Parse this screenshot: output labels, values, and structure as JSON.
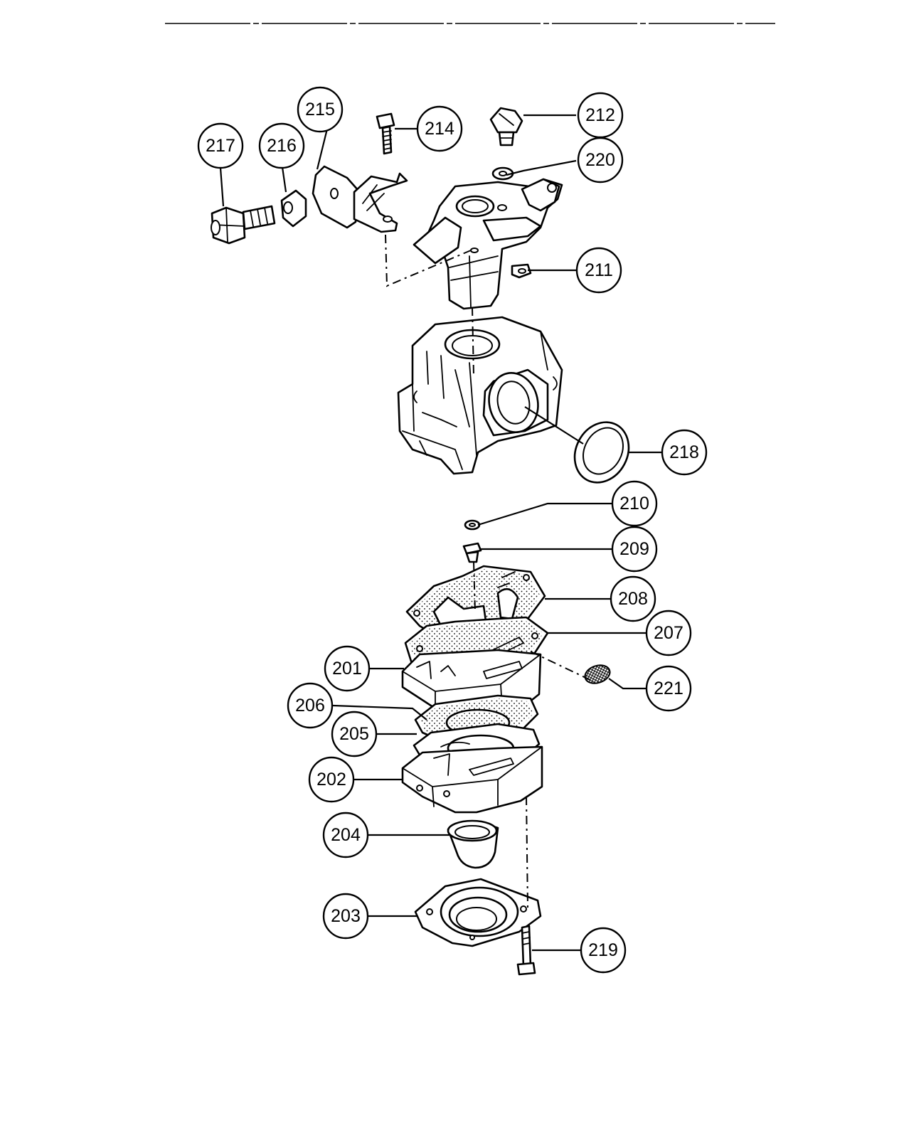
{
  "callouts": [
    {
      "id": "215",
      "label": "215"
    },
    {
      "id": "217",
      "label": "217"
    },
    {
      "id": "216",
      "label": "216"
    },
    {
      "id": "214",
      "label": "214"
    },
    {
      "id": "212",
      "label": "212"
    },
    {
      "id": "220",
      "label": "220"
    },
    {
      "id": "211",
      "label": "211"
    },
    {
      "id": "218",
      "label": "218"
    },
    {
      "id": "210",
      "label": "210"
    },
    {
      "id": "209",
      "label": "209"
    },
    {
      "id": "208",
      "label": "208"
    },
    {
      "id": "207",
      "label": "207"
    },
    {
      "id": "201",
      "label": "201"
    },
    {
      "id": "221",
      "label": "221"
    },
    {
      "id": "206",
      "label": "206"
    },
    {
      "id": "205",
      "label": "205"
    },
    {
      "id": "202",
      "label": "202"
    },
    {
      "id": "204",
      "label": "204"
    },
    {
      "id": "203",
      "label": "203"
    },
    {
      "id": "219",
      "label": "219"
    }
  ],
  "colors": {
    "ink": "#000000",
    "paper": "#ffffff"
  }
}
